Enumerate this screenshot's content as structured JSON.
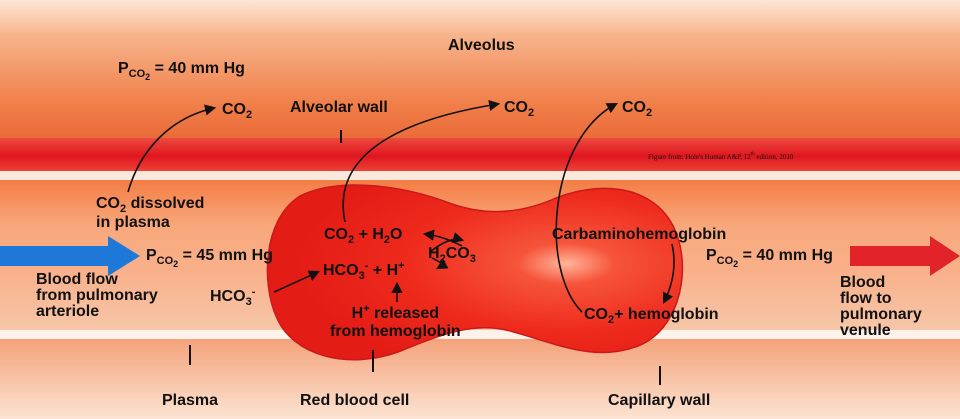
{
  "title": "Alveolus",
  "credit": {
    "pre": "Figure from: Hole's Human A&P, 12",
    "sup": "th",
    "post": " edition, 2010"
  },
  "alveolar_wall": "Alveolar wall",
  "pco2_alveolus": {
    "p": "P",
    "sub": "CO",
    "subsub": "2",
    "rest": " = 40 mm Hg"
  },
  "pco2_arteriole": {
    "p": "P",
    "sub": "CO",
    "subsub": "2",
    "rest": " = 45 mm Hg"
  },
  "pco2_venule": {
    "p": "P",
    "sub": "CO",
    "subsub": "2",
    "rest": " = 40 mm Hg"
  },
  "co2_out": [
    {
      "pre": "CO",
      "sub": "2"
    },
    {
      "pre": "CO",
      "sub": "2"
    },
    {
      "pre": "CO",
      "sub": "2"
    }
  ],
  "co2_dissolved": {
    "l1a": "CO",
    "l1sub": "2",
    "l1b": " dissolved",
    "l2": "in plasma"
  },
  "reaction1": {
    "a": "CO",
    "asub": "2",
    "b": " + H",
    "bsub": "2",
    "c": "O"
  },
  "h2co3": {
    "a": "H",
    "asub": "2",
    "b": "CO",
    "bsub": "3"
  },
  "reaction2": {
    "a": "HCO",
    "asub": "3",
    "asup": "-",
    "b": " + H",
    "bsup": "+"
  },
  "hco3_plasma": {
    "a": "HCO",
    "asub": "3",
    "asup": "-"
  },
  "h_released": {
    "a": "H",
    "asup": "+",
    "b": " released",
    "l2": "from hemoglobin"
  },
  "carbamino": "Carbaminohemoglobin",
  "co2_hemoglobin": {
    "a": "CO",
    "asub": "2",
    "b": "+ hemoglobin"
  },
  "flow_in": {
    "l1": "Blood flow",
    "l2": "from pulmonary",
    "l3": "arteriole"
  },
  "flow_out": {
    "l1": "Blood",
    "l2": "flow to",
    "l3": "pulmonary",
    "l4": "venule"
  },
  "plasma": "Plasma",
  "rbc": "Red blood cell",
  "capillary_wall": "Capillary wall",
  "colors": {
    "tissue_light": "#fce0c8",
    "tissue_mid": "#f08a52",
    "alveolar_wall": "#e4202a",
    "capillary_plasma": "#f48a52",
    "rbc": "#ef2b1d",
    "arrow_in": "#1e78d8",
    "arrow_out": "#e2232a"
  }
}
